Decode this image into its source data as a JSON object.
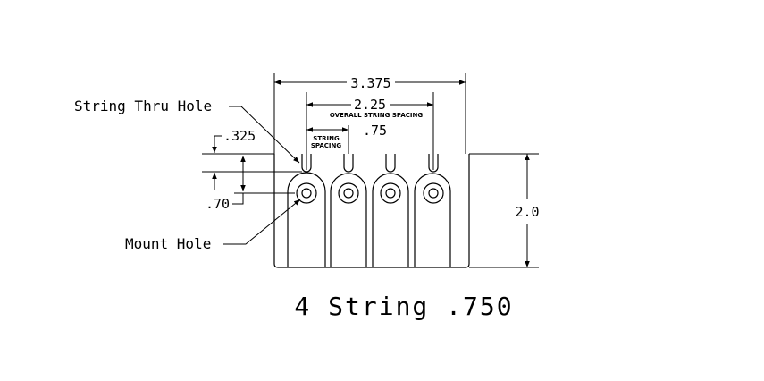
{
  "diagram": {
    "title": "4 String .750",
    "callouts": {
      "string_thru_hole": "String Thru Hole",
      "mount_hole": "Mount Hole"
    },
    "dimensions": {
      "overall_width": "3.375",
      "string_spacing_overall": "2.25",
      "overall_string_spacing_label": "OVERALL STRING SPACING",
      "string_spacing": ".75",
      "string_spacing_label_line1": "STRING",
      "string_spacing_label_line2": "SPACING",
      "thru_hole_offset": ".325",
      "mount_hole_offset": ".70",
      "height": "2.0"
    },
    "string_count": 4
  }
}
